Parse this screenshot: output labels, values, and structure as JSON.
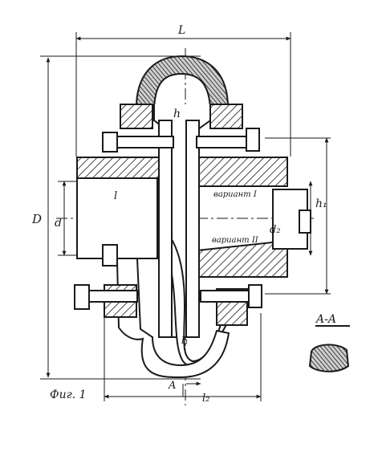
{
  "labels": {
    "overall_length": "L",
    "height_h": "h",
    "length_l": "l",
    "small_l1": "l₁",
    "dia_D": "D",
    "dia_d": "d",
    "dia_d2": "d₂",
    "height_h1": "h₁",
    "variant_1": "вариант I",
    "variant_2": "вариант II",
    "section_mark": "A",
    "section_title": "A-A",
    "bottom_length": "l₂",
    "figure_caption": "Фиг. 1"
  }
}
